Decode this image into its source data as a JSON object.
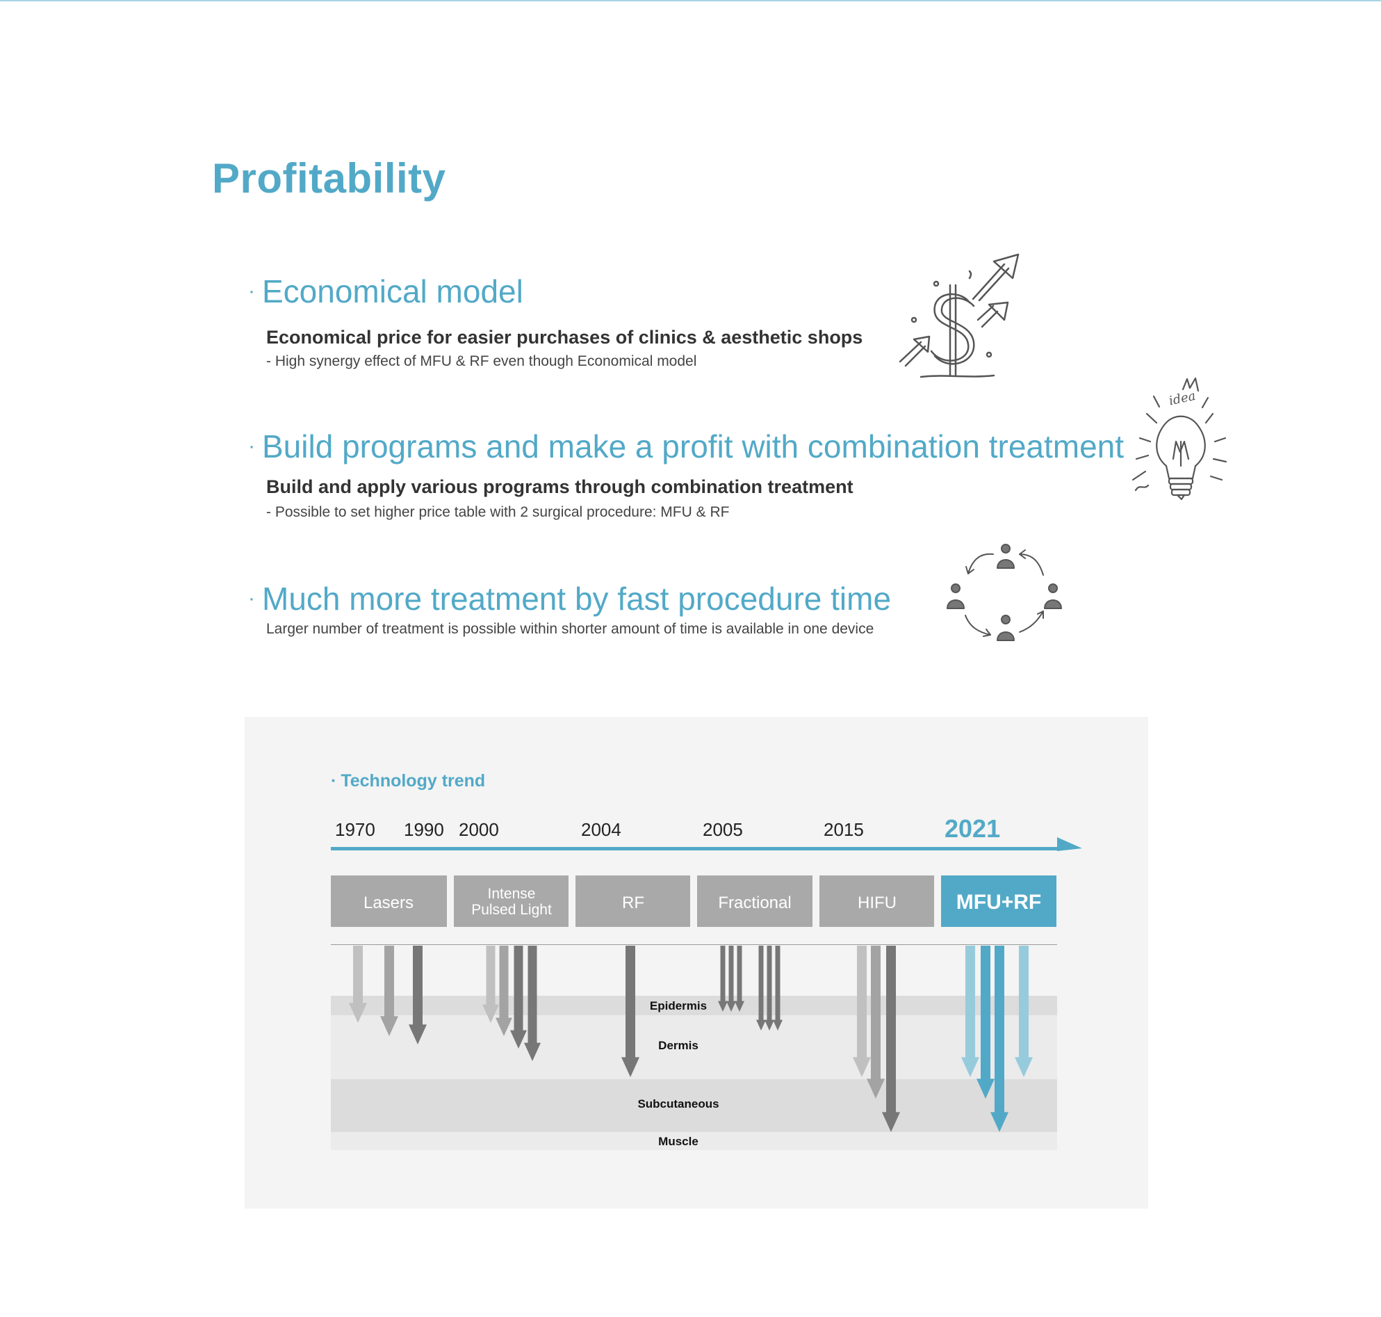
{
  "page": {
    "title": "Profitability"
  },
  "sections": [
    {
      "bullet": "·",
      "heading": "Economical model",
      "subheading": "Economical price for easier purchases of clinics & aesthetic shops",
      "description": "- High synergy effect of MFU & RF even though Economical model",
      "icon": "dollar-growth-icon"
    },
    {
      "bullet": "·",
      "heading": "Build programs and make a profit with combination treatment",
      "subheading": "Build and apply various programs through combination treatment",
      "description": "- Possible to set higher price table with 2 surgical procedure: MFU & RF",
      "icon": "lightbulb-idea-icon",
      "icon_text": "idea"
    },
    {
      "bullet": "·",
      "heading": "Much more treatment by fast procedure time",
      "subheading": "",
      "description": "Larger number of treatment is possible within shorter amount of time is available in one device",
      "icon": "people-cycle-icon"
    }
  ],
  "technology_trend": {
    "title": "Technology trend",
    "bullet": "·",
    "years": [
      "1970",
      "1990",
      "2000",
      "2004",
      "2005",
      "2015",
      "2021"
    ],
    "highlight_year": "2021",
    "technologies": [
      {
        "line1": "Lasers",
        "line2": ""
      },
      {
        "line1": "Intense",
        "line2": "Pulsed Light"
      },
      {
        "line1": "RF",
        "line2": ""
      },
      {
        "line1": "Fractional",
        "line2": ""
      },
      {
        "line1": "HIFU",
        "line2": ""
      },
      {
        "line1": "MFU+RF",
        "line2": ""
      }
    ],
    "highlight_technology": "MFU+RF",
    "layers": [
      "Epidermis",
      "Dermis",
      "Subcutaneous",
      "Muscle"
    ],
    "colors": {
      "accent": "#52a9c7",
      "box_gray": "#a9a9a9",
      "arrow_light": "#c0c0c0",
      "arrow_mid": "#a3a3a3",
      "arrow_dark": "#777777",
      "arrow_blue_light": "#96cbdc",
      "arrow_blue": "#52a9c7"
    }
  }
}
